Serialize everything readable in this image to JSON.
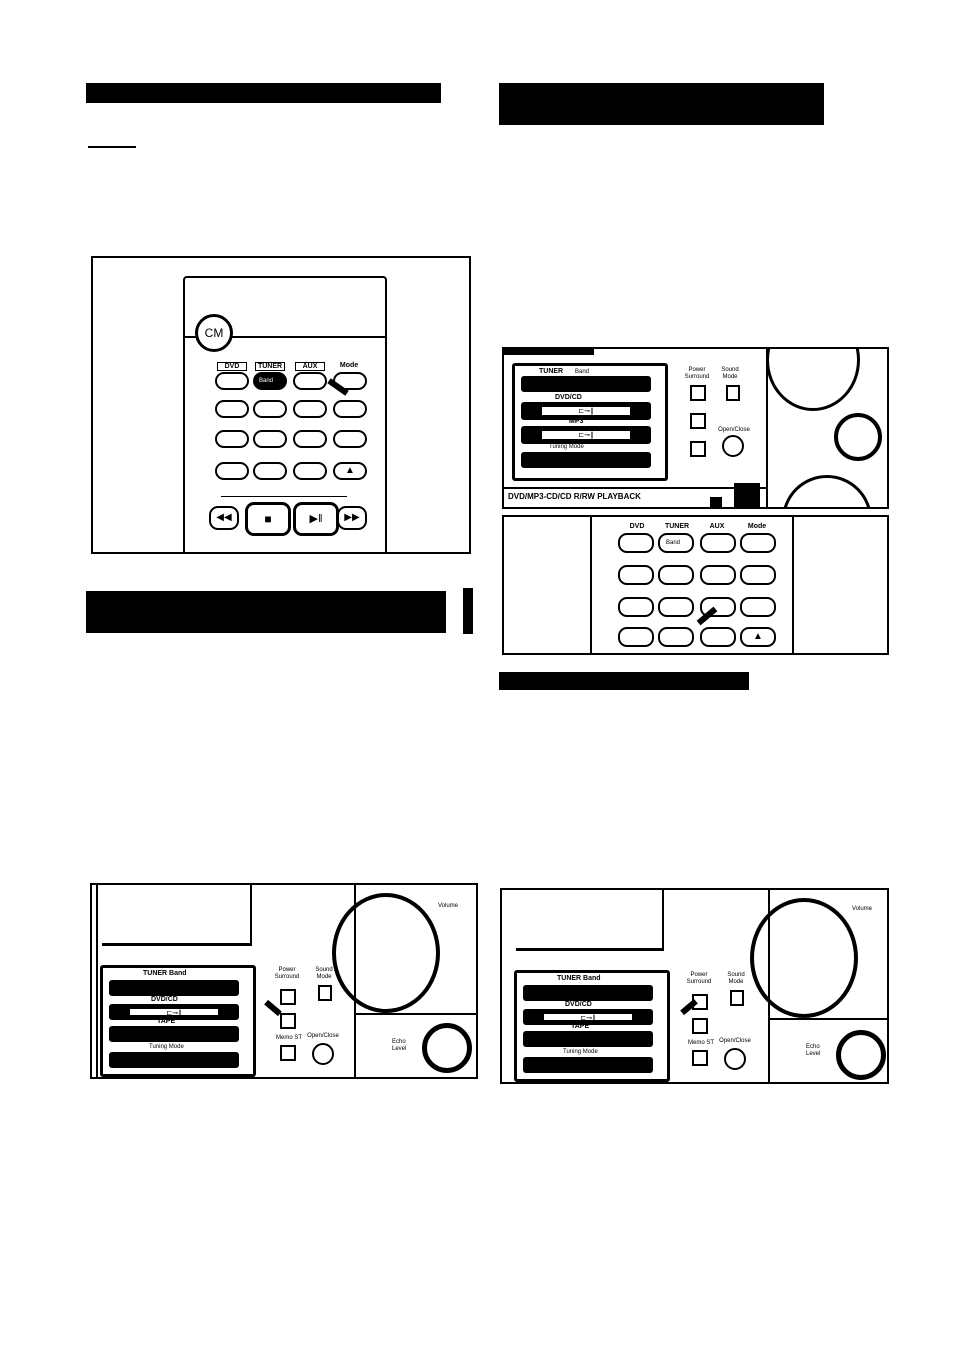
{
  "remote1": {
    "logo": "CM",
    "buttons_row1": [
      "DVD",
      "TUNER",
      "AUX",
      "Mode"
    ],
    "tuner_sub": "Band"
  },
  "deck_panel": {
    "tuner_label": "TUNER",
    "tuner_band": "Band",
    "dvd_label": "DVD/CD",
    "dvd_display": "⊏⊸∥",
    "mp3_label": "MP3",
    "mp3_display": "⊏⊸∥",
    "tuning_label": "Tuning Mode",
    "power_surround": "Power Surround",
    "sound_mode": "Sound Mode",
    "open_close": "Open/Close",
    "caption": "DVD/MP3-CD/CD R/RW PLAYBACK"
  },
  "remote2": {
    "buttons_row1": [
      "DVD",
      "TUNER",
      "AUX",
      "Mode"
    ],
    "tuner_sub": "Band"
  },
  "panel3": {
    "tuner": "TUNER Band",
    "dvd": "DVD/CD",
    "dvd_display": "⊏⊸∥",
    "tape": "TAPE",
    "tuning": "Tuning Mode",
    "power": "Power Surround",
    "sound": "Sound Mode",
    "memo": "Memo ST",
    "open_close": "Open/Close",
    "volume": "Volume",
    "echo": "Echo Level"
  },
  "panel4": {
    "tuner": "TUNER Band",
    "dvd": "DVD/CD",
    "dvd_display": "⊏⊸∥",
    "tape": "TAPE",
    "tuning": "Tuning Mode",
    "power": "Power Surround",
    "sound": "Sound Mode",
    "memo": "Memo ST",
    "open_close": "Open/Close",
    "volume": "Volume",
    "echo": "Echo Level"
  }
}
